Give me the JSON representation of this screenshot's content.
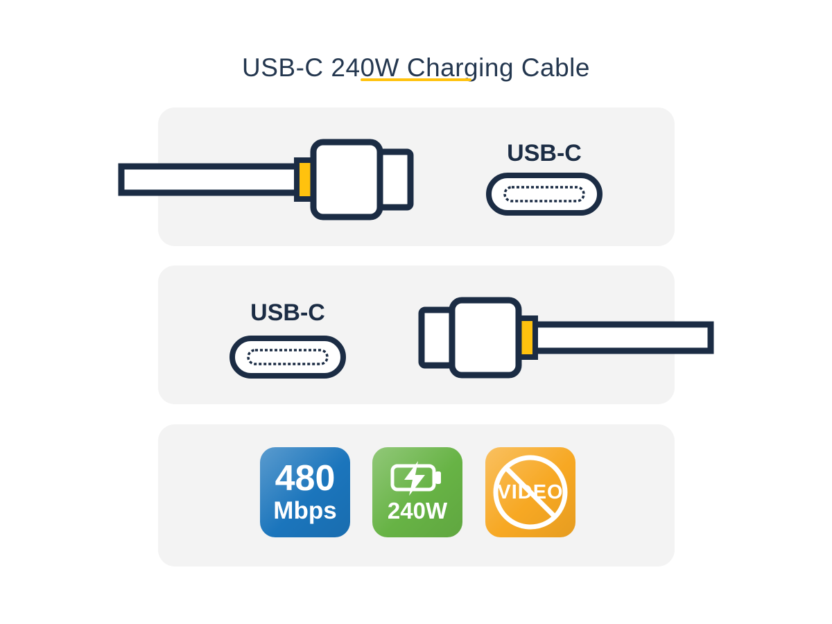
{
  "title": "USB-C 240W Charging Cable",
  "panels": {
    "top": {
      "port_label": "USB-C"
    },
    "middle": {
      "port_label": "USB-C"
    },
    "features": {
      "speed": {
        "value": "480",
        "unit": "Mbps"
      },
      "power": {
        "label": "240W"
      },
      "video": {
        "label": "VIDEO"
      }
    }
  },
  "colors": {
    "navy": "#1b2c44",
    "accent_yellow": "#ffc20e",
    "panel_gray": "#f3f3f3",
    "badge_blue": "#1b75bc",
    "badge_green": "#67b345",
    "badge_orange": "#f7a823"
  }
}
